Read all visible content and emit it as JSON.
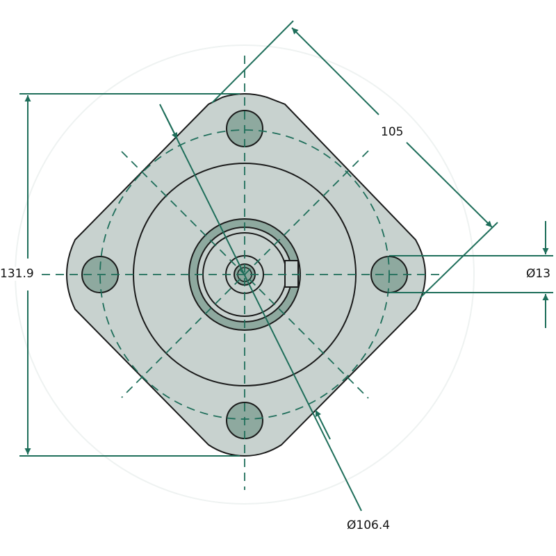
{
  "dimensions": {
    "bolt_spacing": "105",
    "flange_height": "131.9",
    "hole_diameter": "Ø13",
    "bolt_circle_diameter": "Ø106.4"
  },
  "colors": {
    "body": "#c8d2cf",
    "accent": "#1e6e5a",
    "hole_fill": "#8ea99f",
    "outline": "#1a1a1a"
  }
}
